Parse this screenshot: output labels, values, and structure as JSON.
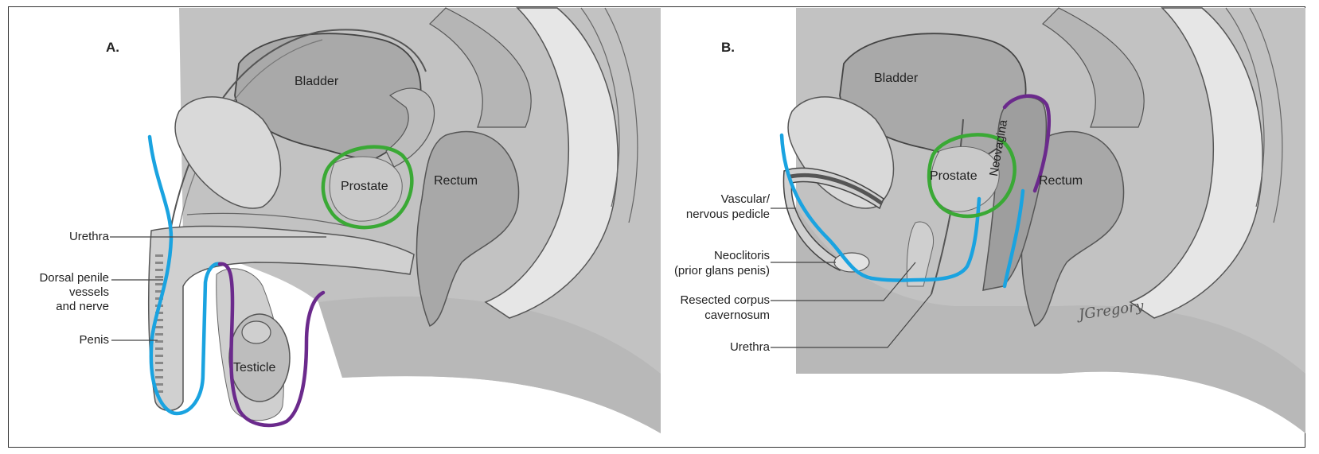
{
  "panels": {
    "a": {
      "letter": "A.",
      "organs": {
        "bladder": "Bladder",
        "prostate": "Prostate",
        "rectum": "Rectum",
        "testicle": "Testicle"
      },
      "labels": {
        "urethra": "Urethra",
        "dorsal_1": "Dorsal penile",
        "dorsal_2": "vessels",
        "dorsal_3": "and nerve",
        "penis": "Penis"
      }
    },
    "b": {
      "letter": "B.",
      "organs": {
        "bladder": "Bladder",
        "prostate": "Prostate",
        "rectum": "Rectum",
        "neovagina": "Neovagina"
      },
      "labels": {
        "vascular_1": "Vascular/",
        "vascular_2": "nervous pedicle",
        "neoclitoris_1": "Neoclitoris",
        "neoclitoris_2": "(prior glans penis)",
        "resected_1": "Resected corpus",
        "resected_2": "cavernosum",
        "urethra": "Urethra"
      },
      "signature": "JGregory"
    }
  },
  "colors": {
    "skin_outline": "#1aa3e0",
    "scrotum_outline": "#6b2a8c",
    "prostate_outline": "#3aa935",
    "tissue": "#d4d4d4",
    "organ_fill": "#a9a9a9"
  }
}
